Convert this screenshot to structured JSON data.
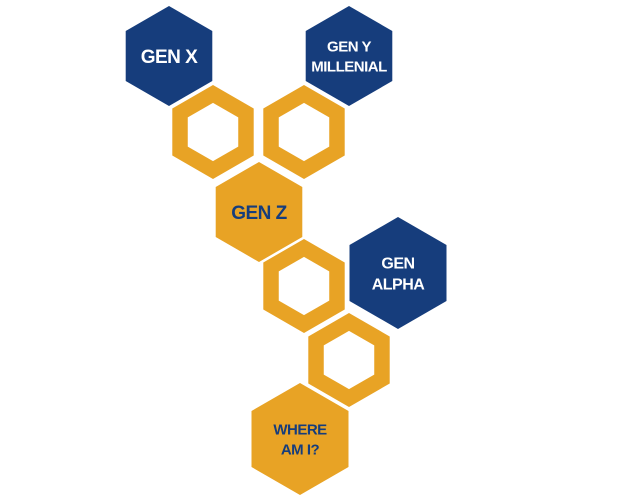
{
  "colors": {
    "navy": "#163d7c",
    "gold": "#e8a325",
    "white": "#ffffff",
    "background": "#ffffff"
  },
  "nodes": {
    "gen_x": {
      "lines": [
        "GEN X"
      ],
      "fill": "navy",
      "text_color": "white"
    },
    "gen_y": {
      "lines": [
        "GEN Y",
        "MILLENIAL"
      ],
      "fill": "navy",
      "text_color": "white"
    },
    "gen_z": {
      "lines": [
        "GEN Z"
      ],
      "fill": "gold",
      "text_color": "navy"
    },
    "gen_alpha": {
      "lines": [
        "GEN",
        "ALPHA"
      ],
      "fill": "navy",
      "text_color": "white"
    },
    "where_am_i": {
      "lines": [
        "WHERE",
        "AM I?"
      ],
      "fill": "gold",
      "text_color": "navy"
    }
  },
  "connectors": {
    "fill": "gold",
    "hole": "white",
    "count": 4
  }
}
